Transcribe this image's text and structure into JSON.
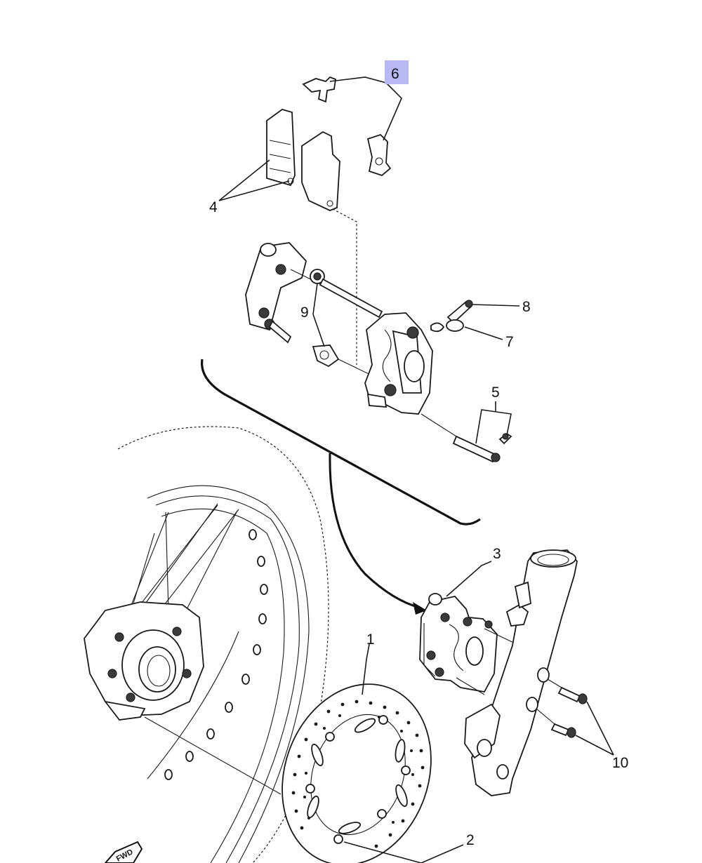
{
  "diagram": {
    "callouts": [
      {
        "id": "1",
        "text": "1"
      },
      {
        "id": "2",
        "text": "2"
      },
      {
        "id": "3",
        "text": "3"
      },
      {
        "id": "4",
        "text": "4"
      },
      {
        "id": "5",
        "text": "5"
      },
      {
        "id": "6",
        "text": "6",
        "highlighted": true
      },
      {
        "id": "7",
        "text": "7"
      },
      {
        "id": "8",
        "text": "8"
      },
      {
        "id": "9",
        "text": "9"
      },
      {
        "id": "10",
        "text": "10"
      }
    ],
    "highlight_color": "#b8b8f5",
    "fwd_mark": "FWD"
  }
}
